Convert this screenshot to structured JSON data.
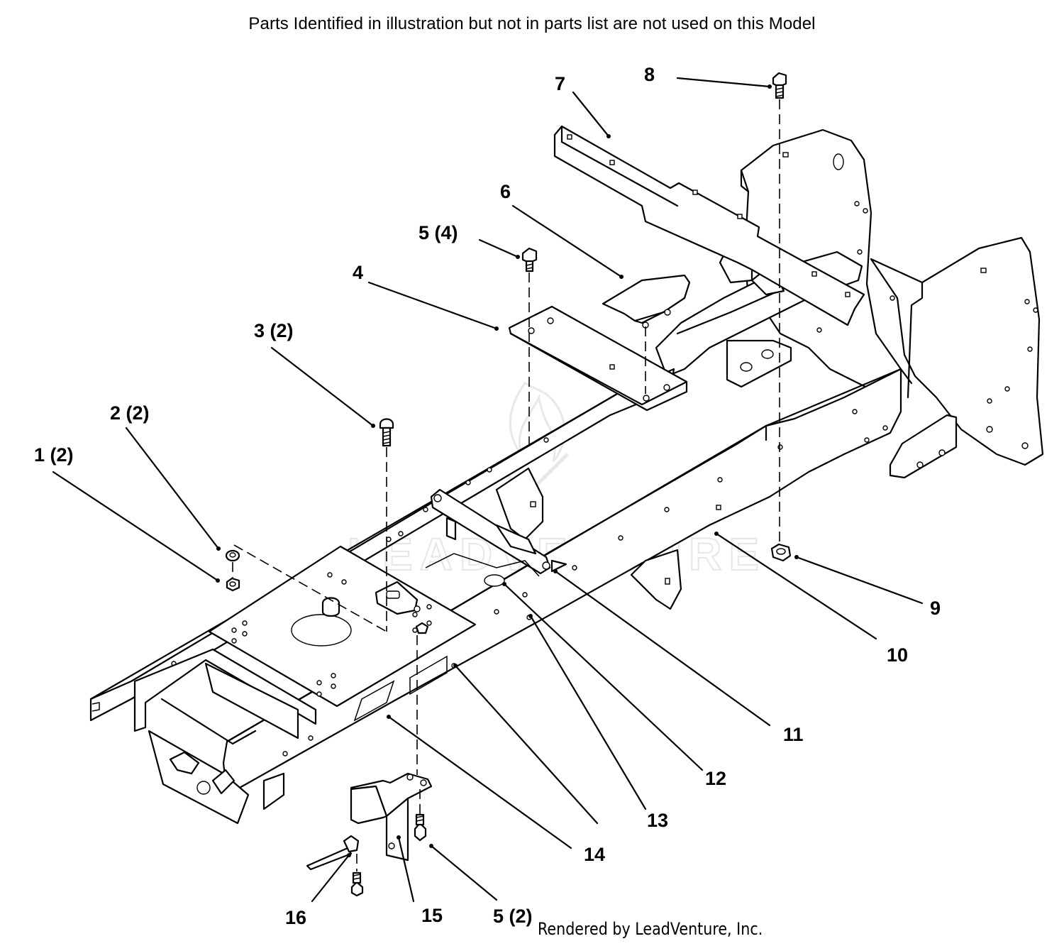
{
  "header": {
    "note": "Parts Identified  in illustration but not in parts list are not used on this Model"
  },
  "footer": {
    "credit": "Rendered by LeadVenture, Inc."
  },
  "watermark": {
    "text": "LEADVENTURE"
  },
  "callouts": [
    {
      "id": "c1",
      "label": "1 (2)"
    },
    {
      "id": "c2",
      "label": "2 (2)"
    },
    {
      "id": "c3",
      "label": "3 (2)"
    },
    {
      "id": "c4",
      "label": "4"
    },
    {
      "id": "c5a",
      "label": "5 (4)"
    },
    {
      "id": "c6",
      "label": "6"
    },
    {
      "id": "c7",
      "label": "7"
    },
    {
      "id": "c8",
      "label": "8"
    },
    {
      "id": "c9",
      "label": "9"
    },
    {
      "id": "c10",
      "label": "10"
    },
    {
      "id": "c11",
      "label": "11"
    },
    {
      "id": "c12",
      "label": "12"
    },
    {
      "id": "c13",
      "label": "13"
    },
    {
      "id": "c14",
      "label": "14"
    },
    {
      "id": "c15",
      "label": "15"
    },
    {
      "id": "c16",
      "label": "16"
    },
    {
      "id": "c5b",
      "label": "5 (2)"
    }
  ]
}
